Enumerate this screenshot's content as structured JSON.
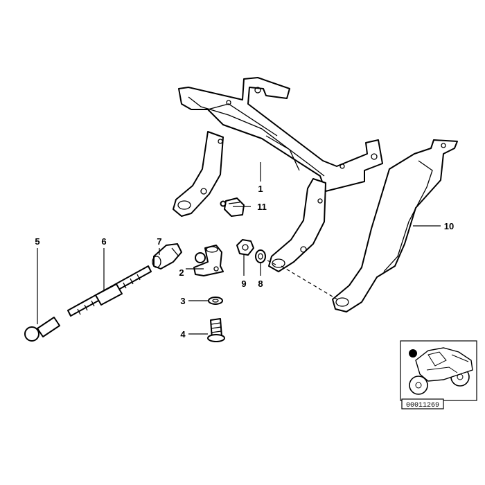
{
  "callouts": {
    "c1": "1",
    "c2": "2",
    "c3": "3",
    "c4": "4",
    "c5": "5",
    "c6": "6",
    "c7": "7",
    "c8": "8",
    "c9": "9",
    "c10": "10",
    "c11": "11"
  },
  "reference_number": "00011269",
  "colors": {
    "ink": "#000000",
    "paper": "#ffffff"
  }
}
